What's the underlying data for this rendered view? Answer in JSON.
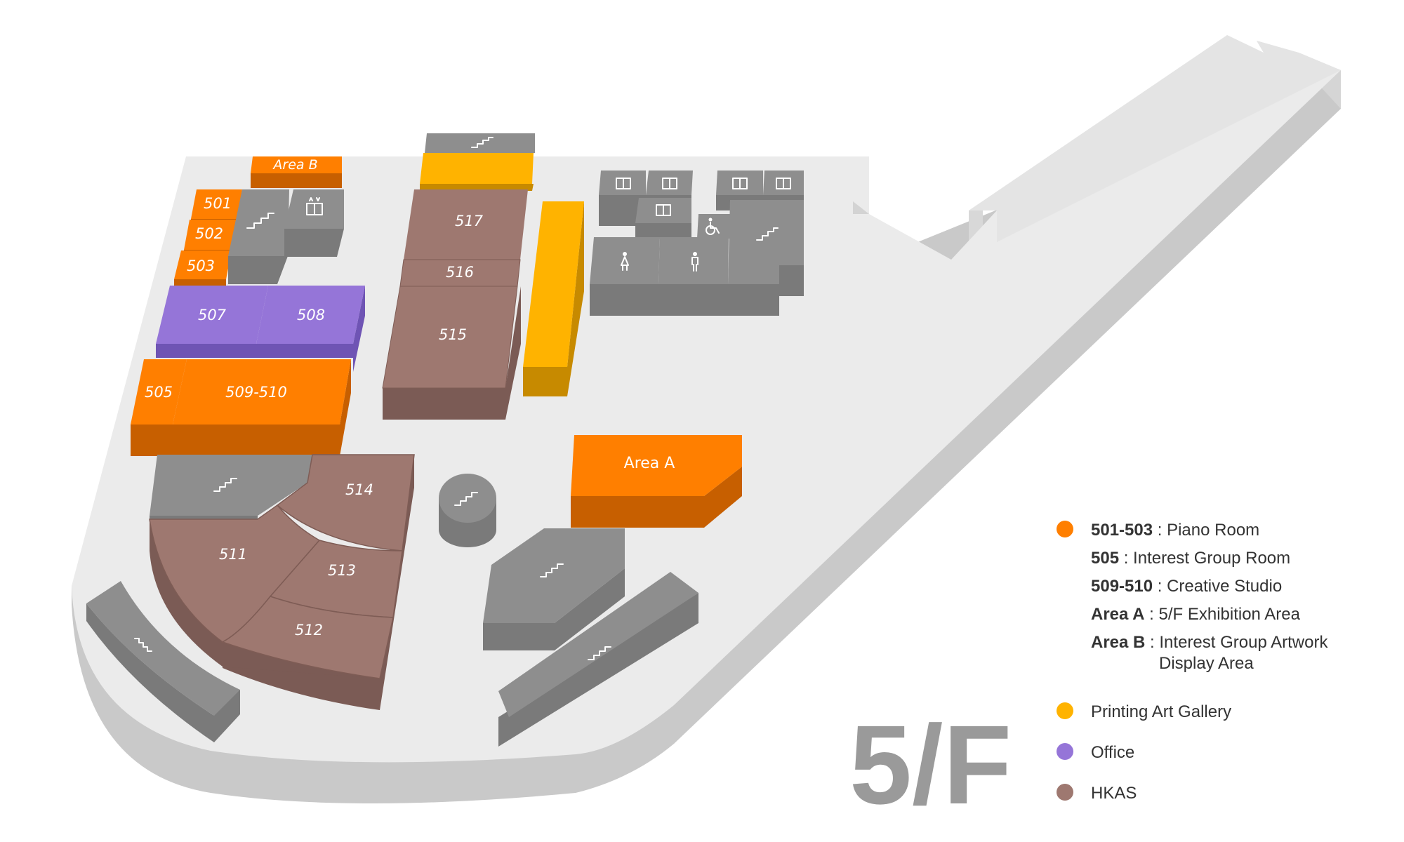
{
  "floor": {
    "label": "5/F"
  },
  "rooms": {
    "r501": "501",
    "r502": "502",
    "r503": "503",
    "r505": "505",
    "r507": "507",
    "r508": "508",
    "r509_510": "509-510",
    "r511": "511",
    "r512": "512",
    "r513": "513",
    "r514": "514",
    "r515": "515",
    "r516": "516",
    "r517": "517",
    "area_a": "Area A",
    "area_b": "Area B"
  },
  "legend": {
    "items": [
      {
        "code": "501-503",
        "desc": " : Piano Room",
        "color": "#ff7f00"
      },
      {
        "code": "505",
        "desc": " : Interest Group Room"
      },
      {
        "code": "509-510",
        "desc": " : Creative Studio"
      },
      {
        "code": "Area A",
        "desc": " : 5/F Exhibition Area"
      },
      {
        "code": "Area B",
        "desc": " : Interest Group Artwork",
        "desc2": "Display Area"
      }
    ],
    "categories": [
      {
        "label": "Printing Art Gallery",
        "color": "#ffb300"
      },
      {
        "label": "Office",
        "color": "#9575d8"
      },
      {
        "label": "HKAS",
        "color": "#9e7870"
      }
    ]
  },
  "colors": {
    "piano_orange": "#ff7f00",
    "gallery_yellow": "#ffb300",
    "office_purple": "#9575d8",
    "hkas_brown": "#9e7870",
    "facility_gray": "#8e8e8e",
    "floor_plate": "#ebebeb"
  },
  "icons": [
    "stairs-icon",
    "lift-icon",
    "male-toilet-icon",
    "female-toilet-icon",
    "accessible-toilet-icon"
  ]
}
